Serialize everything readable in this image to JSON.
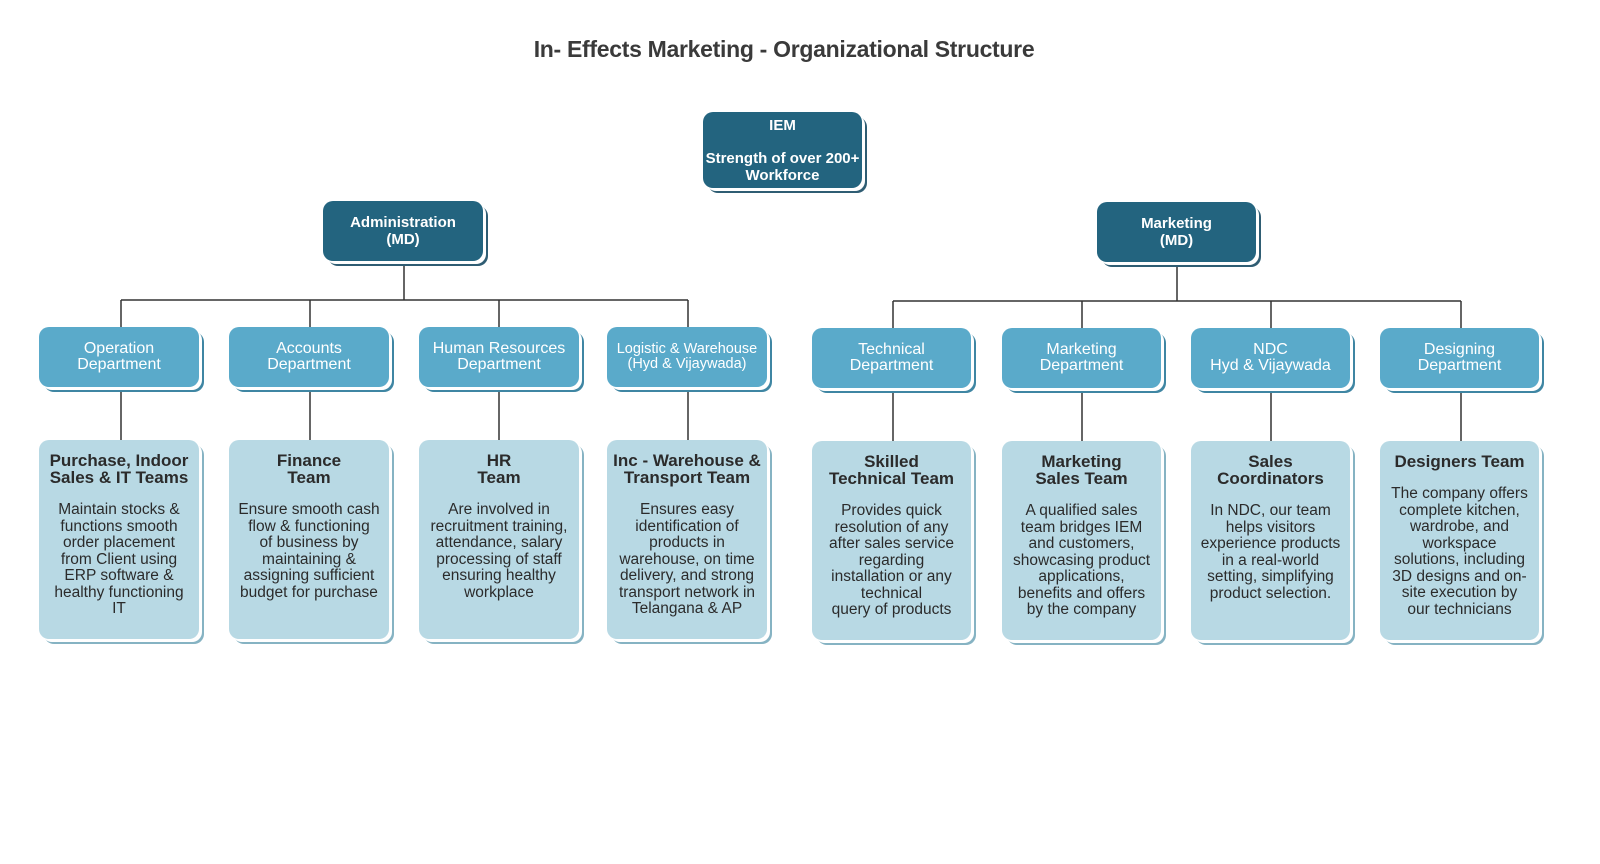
{
  "title": "In- Effects Marketing - Organizational Structure",
  "root": {
    "name": "IEM",
    "description": "Strength of over 200+\nWorkforce"
  },
  "divisions": [
    {
      "label": "Administration\n(MD)"
    },
    {
      "label": "Marketing\n(MD)"
    }
  ],
  "departments": [
    {
      "label": "Operation\nDepartment"
    },
    {
      "label": "Accounts\nDepartment"
    },
    {
      "label": "Human Resources\nDepartment"
    },
    {
      "label": "Logistic & Warehouse\n(Hyd & Vijaywada)"
    },
    {
      "label": "Technical\nDepartment"
    },
    {
      "label": "Marketing\nDepartment"
    },
    {
      "label": "NDC\nHyd & Vijaywada"
    },
    {
      "label": "Designing\nDepartment"
    }
  ],
  "teams": [
    {
      "title": "Purchase, Indoor\nSales & IT Teams",
      "description": "Maintain stocks &\nfunctions smooth\norder placement\nfrom Client using\nERP software &\nhealthy functioning\nIT"
    },
    {
      "title": "Finance\nTeam",
      "description": "Ensure smooth cash\nflow & functioning\nof business by\nmaintaining &\nassigning sufficient\nbudget for purchase"
    },
    {
      "title": "HR\nTeam",
      "description": "Are involved in\nrecruitment training,\nattendance, salary\nprocessing of staff\nensuring healthy\nworkplace"
    },
    {
      "title": "Inc - Warehouse &\nTransport Team",
      "description": "Ensures easy\nidentification of\nproducts in\nwarehouse, on time\ndelivery, and strong\ntransport network in\nTelangana & AP"
    },
    {
      "title": "Skilled\nTechnical Team",
      "description": "Provides quick\nresolution of any\nafter sales service\nregarding\ninstallation or any\ntechnical\nquery of products"
    },
    {
      "title": "Marketing\nSales Team",
      "description": "A qualified sales\nteam bridges IEM\nand customers,\nshowcasing product\napplications,\nbenefits and offers\nby the company"
    },
    {
      "title": "Sales\nCoordinators",
      "description": "In NDC, our team\nhelps visitors\nexperience products\nin a real-world\nsetting, simplifying\nproduct selection."
    },
    {
      "title": "Designers Team",
      "description": "The company offers\ncomplete kitchen,\nwardrobe, and\nworkspace\nsolutions, including\n3D designs and on-\nsite execution by\nour technicians"
    }
  ],
  "colors": {
    "dark_box": "#23647f",
    "department_box": "#5aaaca",
    "team_box": "#b8d9e4",
    "connector": "#333333"
  }
}
